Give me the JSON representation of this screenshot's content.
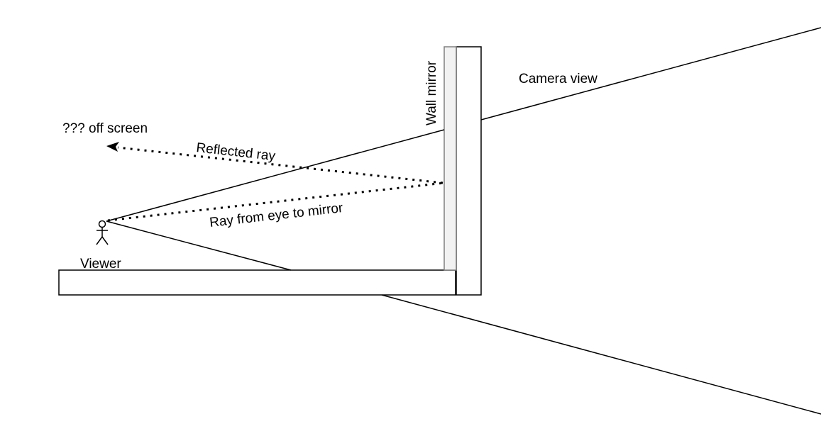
{
  "diagram": {
    "labels": {
      "camera_view": "Camera view",
      "wall_mirror": "Wall mirror",
      "off_screen": "??? off screen",
      "reflected_ray": "Reflected ray",
      "ray_eye_to_mirror": "Ray from eye to mirror",
      "viewer": "Viewer"
    },
    "colors": {
      "stroke": "#000000",
      "mirror_fill": "#f2f2f2",
      "mirror_stroke": "#808080",
      "background": "#ffffff"
    },
    "icons": {
      "viewer": "stick-figure-icon",
      "arrow": "arrowhead-icon"
    }
  }
}
